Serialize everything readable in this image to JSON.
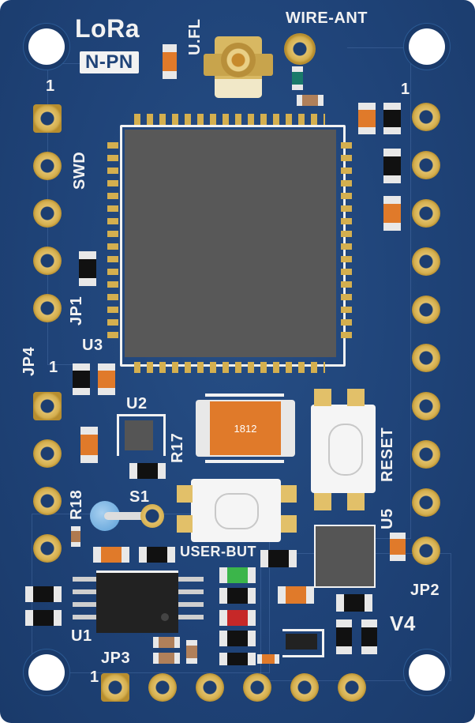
{
  "board": {
    "title": "LoRa",
    "subtitle": "N-PN",
    "labels": {
      "ufl": "U.FL",
      "wire_ant": "WIRE-ANT",
      "swd": "SWD",
      "jp1": "JP1",
      "jp2": "JP2",
      "jp3": "JP3",
      "jp4": "JP4",
      "u1": "U1",
      "u2": "U2",
      "u3": "U3",
      "u5": "U5",
      "r17": "R17",
      "r18": "R18",
      "s1": "S1",
      "reset": "RESET",
      "user_but": "USER-BUT",
      "v4": "V4",
      "pin1_right": "1",
      "pin1_left": "1",
      "pin1_jp4": "1",
      "pin1_bottom": "1",
      "cap_1812": "1812"
    },
    "colors": {
      "board": "#1f4378",
      "silkscreen": "#f2f2f2",
      "gold": "#d4af4f",
      "chip": "#555555",
      "orange_res": "#e07a2a",
      "led_green": "#3bb54a",
      "led_red": "#c62828"
    }
  }
}
